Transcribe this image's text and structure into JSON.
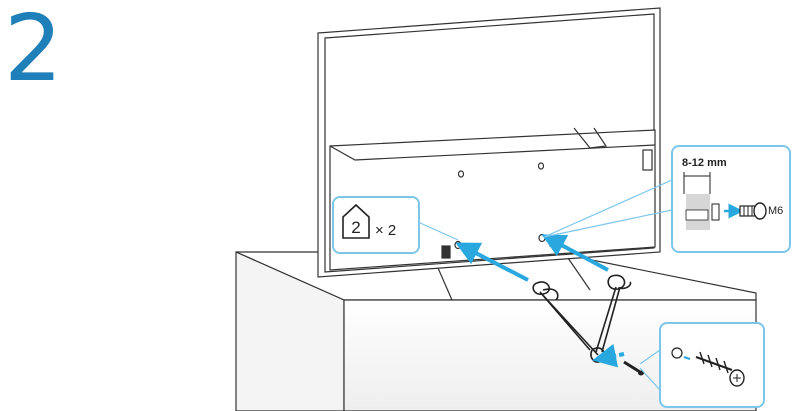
{
  "step": {
    "number": "2"
  },
  "callout_part": {
    "part_number": "2",
    "quantity": "× 2"
  },
  "callout_screw_spec": {
    "dimension": "8-12 mm",
    "screw_size": "M6"
  },
  "colors": {
    "accent": "#1f7fb8",
    "arrow": "#29a8e0",
    "callout_border": "#7cc6ea",
    "outline": "#333333",
    "gray_fill": "#d6d6d6"
  },
  "icons": [
    "part-house-icon",
    "machine-screw-icon",
    "wood-screw-icon",
    "strap-icon",
    "arrow-icon"
  ]
}
